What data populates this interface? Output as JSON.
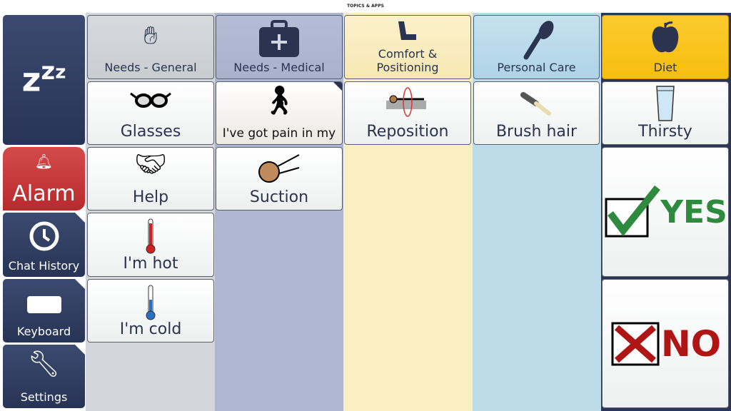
{
  "header": {
    "title": "TOPICS & APPS"
  },
  "sidebar": {
    "sleep": "zzz",
    "alarm": "Alarm",
    "chat_history": "Chat History",
    "keyboard": "Keyboard",
    "settings": "Settings"
  },
  "categories": [
    "Needs - General",
    "Needs - Medical",
    "Comfort & Positioning",
    "Personal Care",
    "Diet"
  ],
  "items": {
    "glasses": "Glasses",
    "pain": "I've got pain in my",
    "reposition": "Reposition",
    "brush_hair": "Brush hair",
    "thirsty": "Thirsty",
    "help": "Help",
    "suction": "Suction",
    "hot": "I'm hot",
    "cold": "I'm cold"
  },
  "answers": {
    "yes": "YES",
    "no": "NO"
  },
  "colors": {
    "navy": "#2b3657",
    "alarm": "#c8373a",
    "yes": "#2e8b3e",
    "no": "#b01515"
  }
}
